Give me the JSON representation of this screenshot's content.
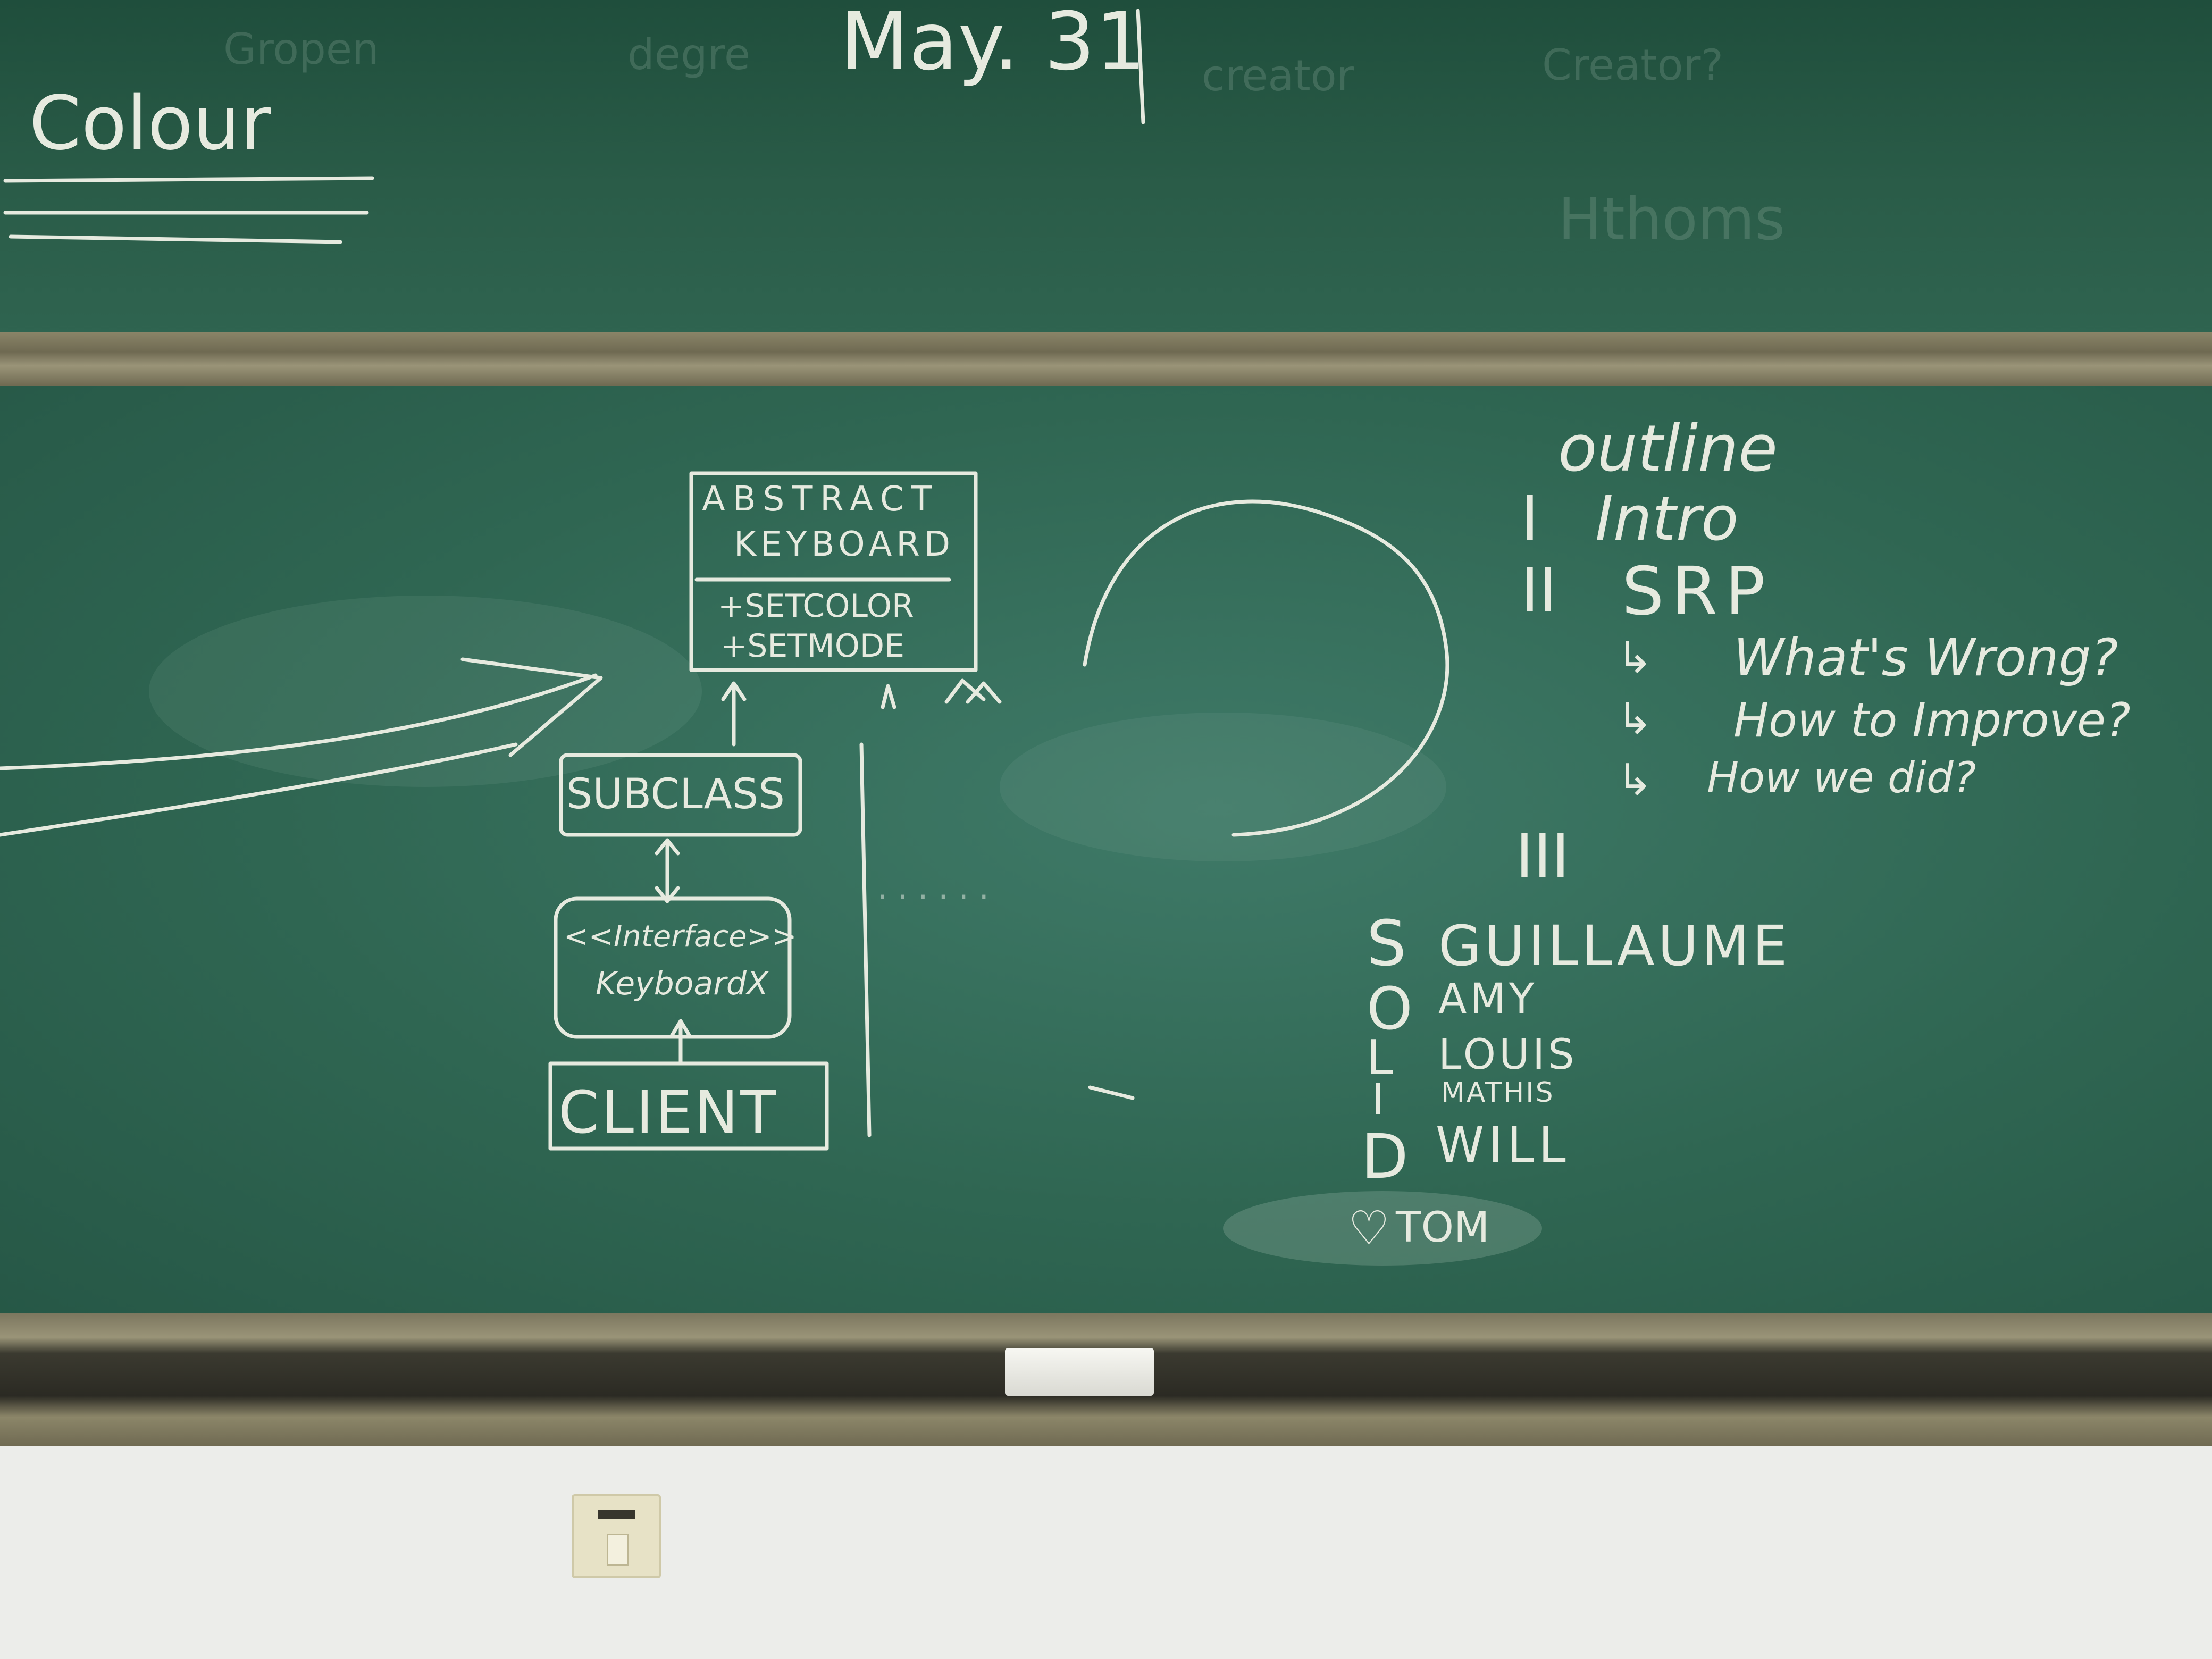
{
  "upper_board": {
    "date": "May. 31",
    "heading": "Colour",
    "ghost_text": [
      "Gropen",
      "degre",
      "creator",
      "Creator?",
      "Hthoms"
    ]
  },
  "diagram": {
    "abstract_box": {
      "title_line1": "ABSTRACT",
      "title_line2": "KEYBOARD",
      "method1": "+SETCOLOR",
      "method2": "+SETMODE"
    },
    "subclass_box": "SUBCLASS",
    "interface_box": {
      "line1": "<<Interface>>",
      "line2": "KeyboardX"
    },
    "client_box": "CLIENT"
  },
  "outline": {
    "heading": "outline",
    "items": [
      {
        "numeral": "I",
        "text": "Intro"
      },
      {
        "numeral": "II",
        "text": "SRP"
      },
      {
        "numeral": "III",
        "text": ""
      }
    ],
    "sub_items": [
      "What's Wrong?",
      "How to Improve?",
      "How we did?"
    ]
  },
  "solid": [
    {
      "letter": "S",
      "name": "GUILLAUME"
    },
    {
      "letter": "O",
      "name": "AMY"
    },
    {
      "letter": "L",
      "name": "LOUIS"
    },
    {
      "letter": "I",
      "name": "MATHIS"
    },
    {
      "letter": "D",
      "name": "WILL"
    }
  ],
  "footer_name": "TOM",
  "heart_symbol": "♡",
  "ellipsis": ". . . . . .",
  "colors": {
    "board": "#2f6652",
    "chalk": "#e6eadf",
    "frame": "#8a8468"
  }
}
